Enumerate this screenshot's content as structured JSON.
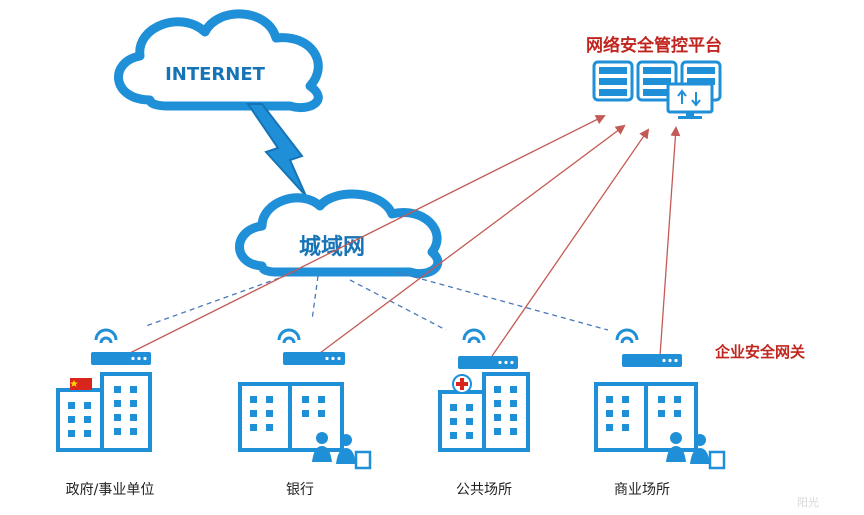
{
  "colors": {
    "blue": "#1f8fd8",
    "blue_dark": "#1674b6",
    "red": "#c0261f",
    "arrow_red": "#c45a55",
    "dashed_blue": "#4a78b8"
  },
  "clouds": {
    "internet": "INTERNET",
    "metro": "城域网"
  },
  "platform": {
    "title": "网络安全管控平台"
  },
  "gateway": {
    "label": "企业安全网关"
  },
  "sites": [
    {
      "label": "政府/事业单位",
      "badge": "flag-icon"
    },
    {
      "label": "银行",
      "badge": "people-icon"
    },
    {
      "label": "公共场所",
      "badge": "medical-cross-icon"
    },
    {
      "label": "商业场所",
      "badge": "people-icon"
    }
  ],
  "watermark": "阳光"
}
